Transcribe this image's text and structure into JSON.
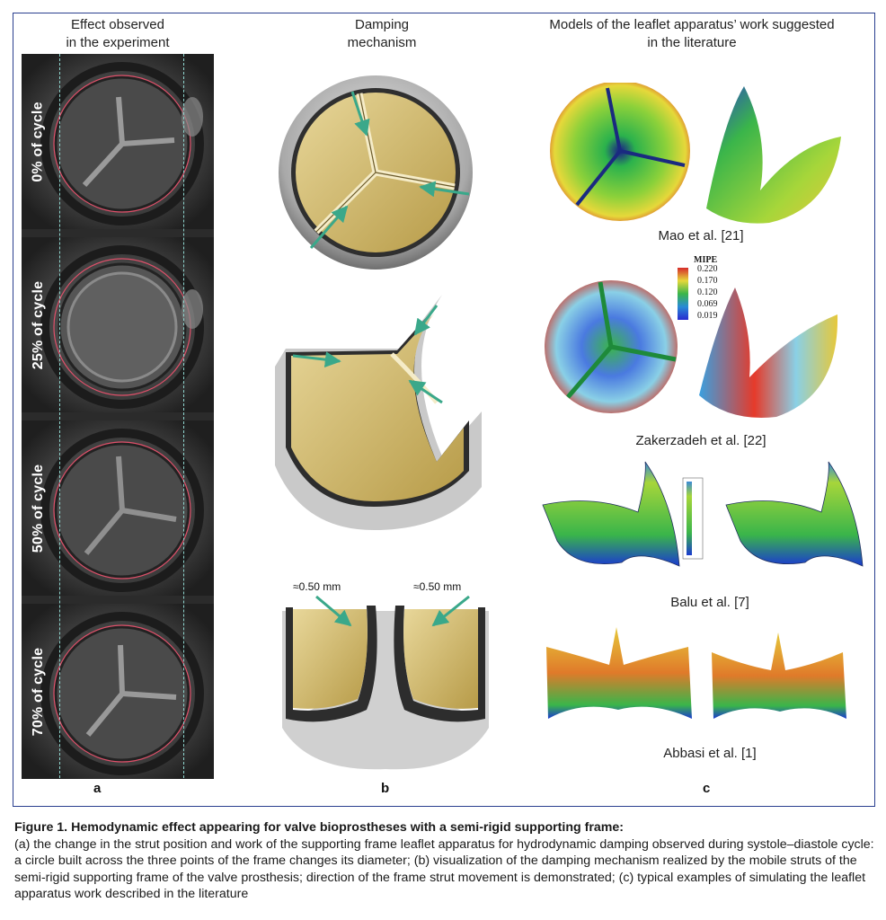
{
  "columns": {
    "a": {
      "title_line1": "Effect observed",
      "title_line2": "in the experiment",
      "letter": "a"
    },
    "b": {
      "title_line1": "Damping",
      "title_line2": "mechanism",
      "letter": "b"
    },
    "c": {
      "title_line1": "Models of the leaflet apparatus’ work suggested",
      "title_line2": "in the literature",
      "letter": "c"
    }
  },
  "cycles": [
    "0% of cycle",
    "25% of cycle",
    "50% of cycle",
    "70% of cycle"
  ],
  "dimensions": {
    "left": "≈0.50 mm",
    "right": "≈0.50 mm"
  },
  "models": [
    "Mao et al. [21]",
    "Zakerzadeh et al. [22]",
    "Balu et al. [7]",
    "Abbasi et al. [1]"
  ],
  "legend": {
    "title": "MIPE",
    "values": [
      "0.220",
      "0.170",
      "0.120",
      "0.069",
      "0.019"
    ]
  },
  "caption": {
    "title": "Figure 1. Hemodynamic effect appearing for valve bioprostheses with a semi-rigid supporting frame:",
    "body": "(a) the change in the strut position and work of the supporting frame leaflet apparatus for hydrodynamic damping observed during systole–diastole cycle: a circle built across the three points of the frame changes its diameter; (b) visualization of the damping mechanism realized by the mobile struts of the semi-rigid supporting frame of the valve prosthesis; direction of the frame strut movement is demonstrated; (c) typical examples of simulating the leaflet apparatus work described in the literature"
  },
  "colors": {
    "border": "#2a3f8f",
    "arrow": "#3aa88a",
    "leaflet": "#d8c27a",
    "circle": "#e0506a"
  }
}
